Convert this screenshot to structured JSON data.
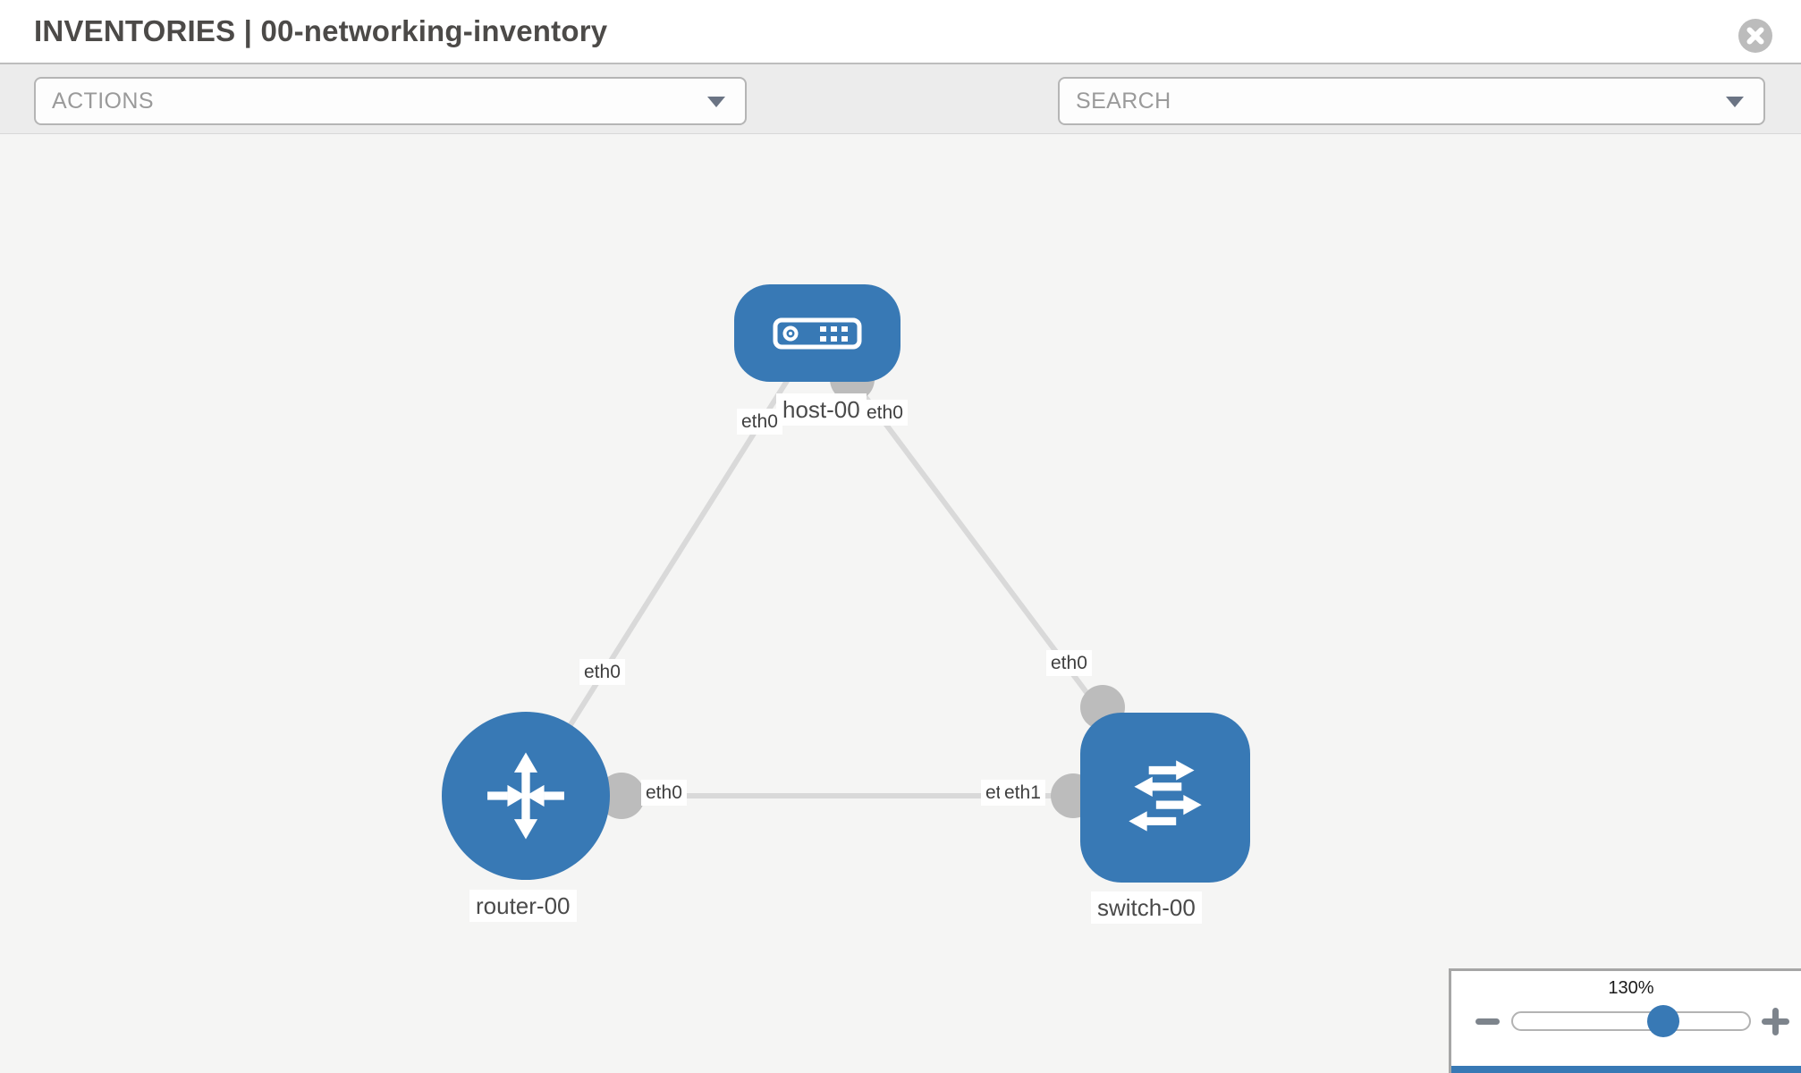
{
  "header": {
    "title": "INVENTORIES | 00-networking-inventory"
  },
  "toolbar": {
    "actions_label": "ACTIONS",
    "search_placeholder": "SEARCH",
    "icons": [
      "wrench-icon",
      "key-icon"
    ]
  },
  "topology": {
    "nodes": [
      {
        "id": "host-00",
        "type": "host",
        "label": "host-00"
      },
      {
        "id": "router-00",
        "type": "router",
        "label": "router-00"
      },
      {
        "id": "switch-00",
        "type": "switch",
        "label": "switch-00"
      }
    ],
    "links": [
      {
        "source": "host-00",
        "target": "router-00"
      },
      {
        "source": "host-00",
        "target": "switch-00"
      },
      {
        "source": "router-00",
        "target": "switch-00"
      }
    ],
    "interfaces": {
      "host_to_router_at_host": "eth0",
      "host_to_router_at_router": "eth0",
      "host_to_switch_at_host": "eth0",
      "host_to_switch_at_switch": "eth0",
      "router_to_switch_at_router": "eth0",
      "router_to_switch_at_switch_hidden": "eth0",
      "router_to_switch_at_switch": "eth1"
    }
  },
  "zoom_control": {
    "level": "130%"
  },
  "colors": {
    "node_blue": "#3879b5",
    "link_gray": "#d9d9d9",
    "interface_dot_gray": "#bcbcbc",
    "canvas_bg": "#f5f5f4",
    "toolbar_bg": "#ececec"
  }
}
